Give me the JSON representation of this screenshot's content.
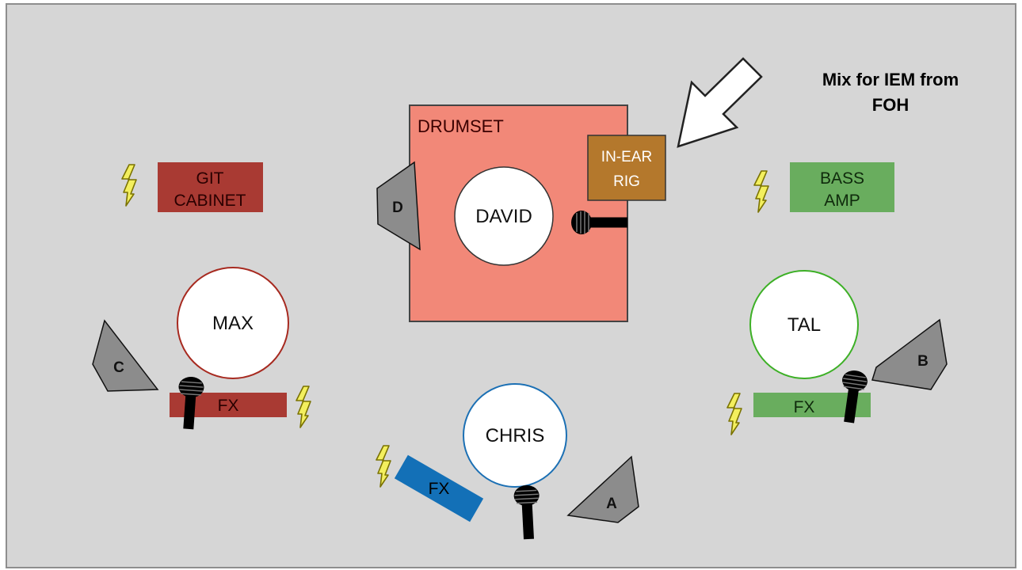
{
  "title": "Mix for IEM from FOH",
  "colors": {
    "background": "#d6d6d6",
    "frame": "#8e8e8e",
    "drumset": "#f28878",
    "inear": "#b4782c",
    "guitar": "#a93a33",
    "bass": "#69ad5e",
    "keys_fx": "#1370b7",
    "wedge": "#8c8c8c",
    "power": "#f3ef5e",
    "max_ring": "#a72a20",
    "tal_ring": "#3db026",
    "chris_ring": "#1c70b4",
    "david_ring": "#333333"
  },
  "drumset": {
    "label": "DRUMSET"
  },
  "inear": {
    "line1": "IN-EAR",
    "line2": "RIG"
  },
  "git_cabinet": {
    "line1": "GIT",
    "line2": "CABINET"
  },
  "bass_amp": {
    "line1": "BASS",
    "line2": "AMP"
  },
  "fx": {
    "max": "FX",
    "tal": "FX",
    "chris": "FX"
  },
  "musicians": {
    "david": "DAVID",
    "max": "MAX",
    "tal": "TAL",
    "chris": "CHRIS"
  },
  "monitors": {
    "a": "A",
    "b": "B",
    "c": "C",
    "d": "D"
  },
  "annotation": {
    "line1": "Mix for IEM from",
    "line2": "FOH"
  }
}
